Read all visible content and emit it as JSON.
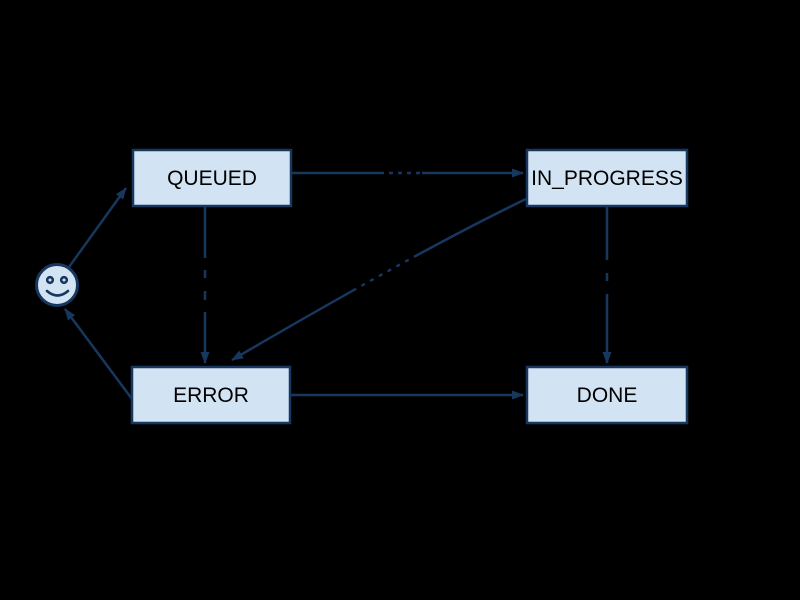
{
  "diagram": {
    "type": "state-machine-flowchart",
    "colors": {
      "background": "#000000",
      "node_fill": "#d2e4f3",
      "node_border": "#17375e",
      "edge": "#17375e",
      "node_text": "#000000"
    },
    "start_node": {
      "icon": "smiley-face-icon"
    },
    "nodes": [
      {
        "id": "queued",
        "label": "QUEUED"
      },
      {
        "id": "in_progress",
        "label": "IN_PROGRESS"
      },
      {
        "id": "error",
        "label": "ERROR"
      },
      {
        "id": "done",
        "label": "DONE"
      }
    ],
    "edges": [
      {
        "from": "start",
        "to": "QUEUED"
      },
      {
        "from": "QUEUED",
        "to": "IN_PROGRESS"
      },
      {
        "from": "QUEUED",
        "to": "ERROR"
      },
      {
        "from": "IN_PROGRESS",
        "to": "ERROR"
      },
      {
        "from": "IN_PROGRESS",
        "to": "DONE"
      },
      {
        "from": "ERROR",
        "to": "DONE"
      },
      {
        "from": "ERROR",
        "to": "start"
      }
    ]
  }
}
